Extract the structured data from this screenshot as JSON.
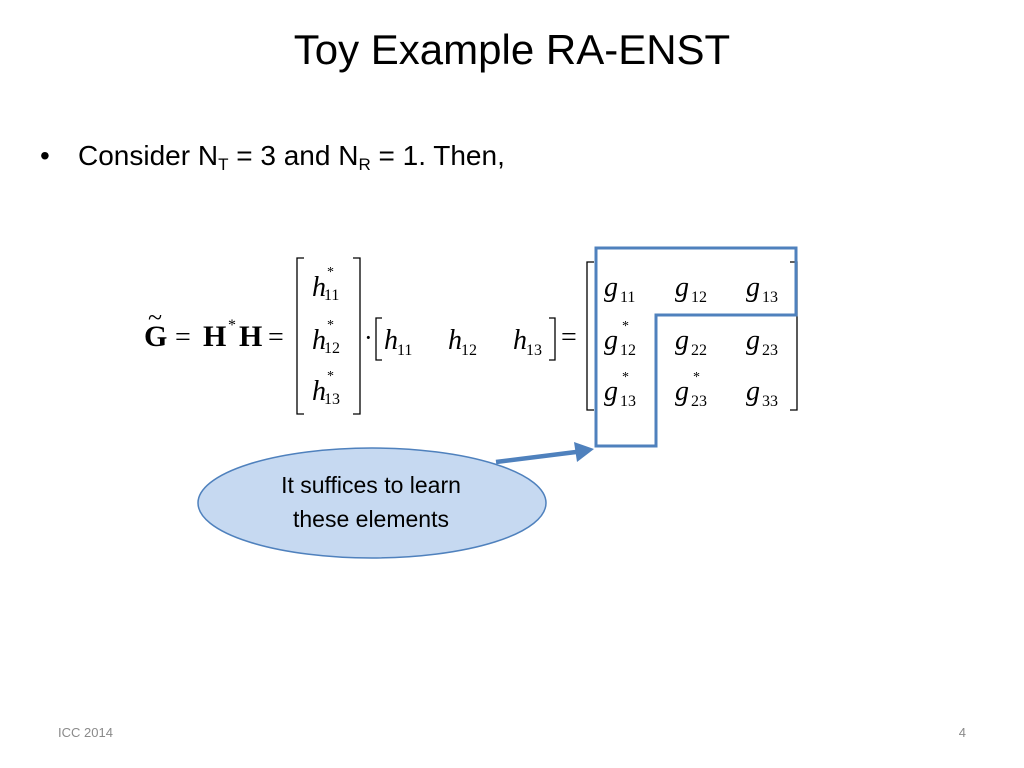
{
  "slide": {
    "title": "Toy Example RA-ENST",
    "bullet": {
      "text_before": "Consider N",
      "sub1": "T",
      "text_mid": " = 3 and N",
      "sub2": "R",
      "text_after": " = 1. Then,"
    },
    "callout": "It suffices to learn these elements",
    "footer_left": "ICC 2014",
    "page_number": "4"
  },
  "equation": {
    "lhs_G": "G",
    "tilde": "~",
    "eq": "=",
    "H": "H",
    "star": "*",
    "dot": "·",
    "h": "h",
    "g": "g",
    "col_subs": [
      "11",
      "12",
      "13"
    ],
    "row_subs": [
      "11",
      "12",
      "13"
    ],
    "matrix": [
      [
        {
          "sub": "11",
          "conj": false
        },
        {
          "sub": "12",
          "conj": false
        },
        {
          "sub": "13",
          "conj": false
        }
      ],
      [
        {
          "sub": "12",
          "conj": true
        },
        {
          "sub": "22",
          "conj": false
        },
        {
          "sub": "23",
          "conj": false
        }
      ],
      [
        {
          "sub": "13",
          "conj": true
        },
        {
          "sub": "23",
          "conj": true
        },
        {
          "sub": "33",
          "conj": false
        }
      ]
    ]
  },
  "colors": {
    "highlight": "#4f81bd",
    "callout_fill": "#c6d9f1",
    "callout_stroke": "#4f81bd",
    "footer": "#8a8a8a"
  }
}
